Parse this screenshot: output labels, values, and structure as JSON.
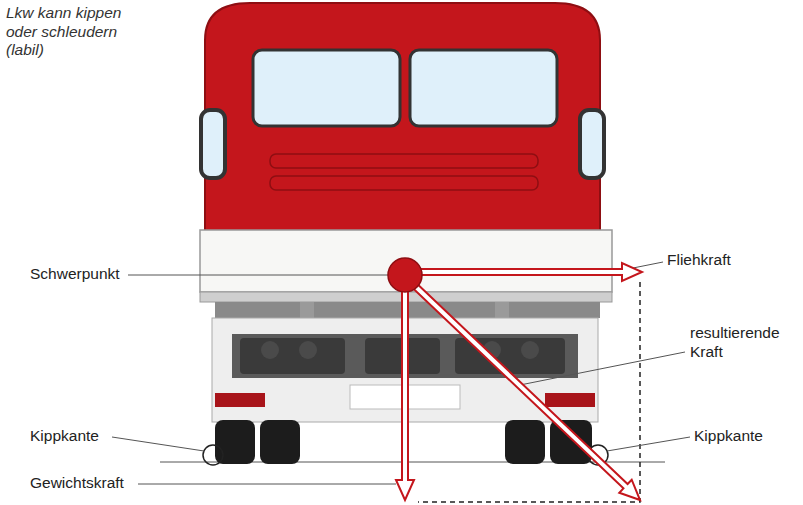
{
  "diagram": {
    "labels": [
      "Lkw kann kippen oder schleudern (labil)",
      "Schwerpunkt",
      "Fliehkraft",
      "resultierende Kraft",
      "Kippkante",
      "Kippkante",
      "Gewichtskraft"
    ]
  }
}
